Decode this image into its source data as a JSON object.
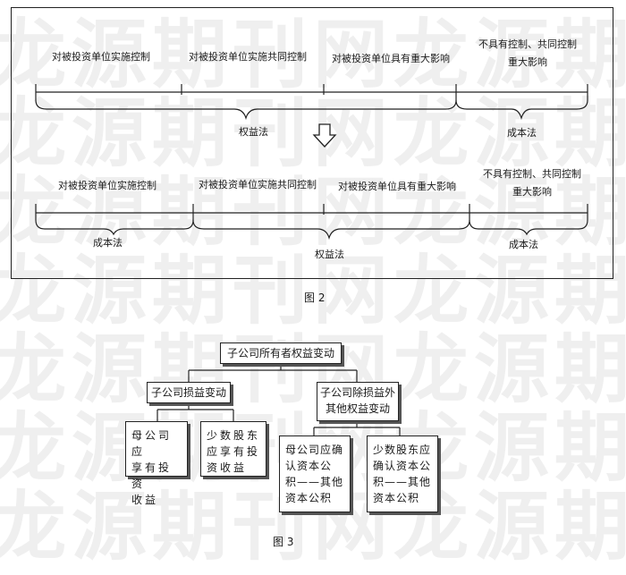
{
  "watermark": {
    "row1": "龙源期刊网龙源期",
    "row2": "龙源期刊网龙源期",
    "row3": "龙源期刊网龙源期",
    "row4": "龙源期刊网龙源期",
    "row5": "龙源期刊网龙源期",
    "row6": "龙源期刊网龙源期",
    "row7": "龙源期刊网龙源期"
  },
  "figure2": {
    "top_section": {
      "labels": {
        "control": "对被投资单位实施控制",
        "joint_control": "对被投资单位实施共同控制",
        "significant_influence": "对被投资单位具有重大影响",
        "none_line1": "不具有控制、共同控制",
        "none_line2": "重大影响"
      },
      "methods": {
        "equity": "权益法",
        "cost": "成本法"
      }
    },
    "arrow_icon": "down-arrow",
    "bottom_section": {
      "labels": {
        "control": "对被投资单位实施控制",
        "joint_control": "对被投资单位实施共同控制",
        "significant_influence": "对被投资单位具有重大影响",
        "none_line1": "不具有控制、共同控制",
        "none_line2": "重大影响"
      },
      "methods": {
        "cost_left": "成本法",
        "equity": "权益法",
        "cost_right": "成本法"
      }
    },
    "caption": "图 2"
  },
  "figure3": {
    "root": "子公司所有者权益变动",
    "profit_loss": "子公司损益变动",
    "other_equity": {
      "line1": "子公司除损益外",
      "line2": "其他权益变动"
    },
    "leaf1": {
      "line1": "母公司应",
      "line2": "享有投资",
      "line3": "收益"
    },
    "leaf2": {
      "line1": "少数股东",
      "line2": "应享有投",
      "line3": "资收益"
    },
    "leaf3": {
      "line1": "母公司应确",
      "line2": "认资本公",
      "line3": "积——其他",
      "line4": "资本公积"
    },
    "leaf4": {
      "line1": "少数股东应",
      "line2": "确认资本公",
      "line3": "积——其他",
      "line4": "资本公积"
    },
    "caption": "图 3"
  }
}
